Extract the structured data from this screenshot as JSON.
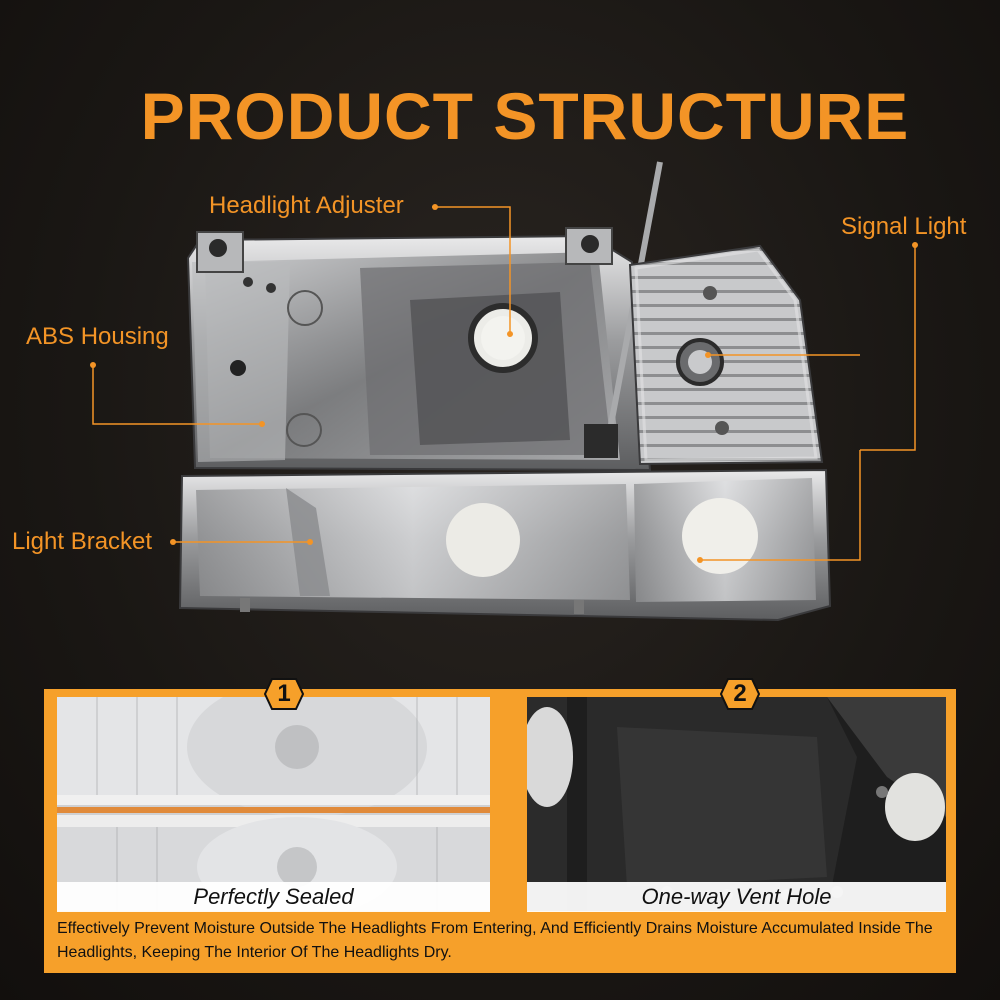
{
  "title": "PRODUCT STRUCTURE",
  "callouts": {
    "headlight_adjuster": "Headlight Adjuster",
    "signal_light": "Signal Light",
    "abs_housing": "ABS Housing",
    "light_bracket": "Light Bracket"
  },
  "features": [
    {
      "number": "1",
      "label": "Perfectly Sealed"
    },
    {
      "number": "2",
      "label": "One-way Vent Hole"
    }
  ],
  "description": "Effectively Prevent Moisture Outside The Headlights From Entering, And Efficiently Drains Moisture Accumulated Inside The Headlights, Keeping The Interior Of The Headlights Dry.",
  "colors": {
    "accent": "#f39426",
    "background": "#1a1714",
    "panel": "#f6a02a"
  }
}
